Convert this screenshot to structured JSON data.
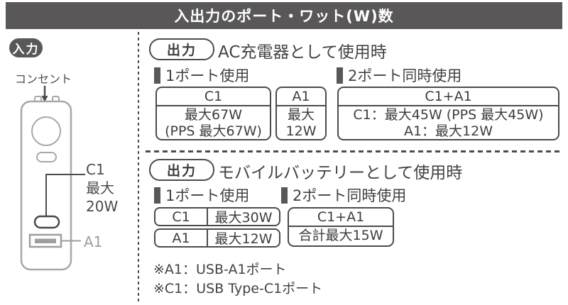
{
  "title": "入出力のポート・ワット(W)数",
  "colors": {
    "bar": "#595757",
    "text": "#3f3e3e",
    "device_outline": "#a8a8a8",
    "a1_gray": "#9e9e9e"
  },
  "input_panel": {
    "badge": "入力",
    "outlet_label": "コンセント",
    "c1_port": {
      "name": "C1",
      "max_label": "最大",
      "watt": "20W"
    },
    "a1_port": {
      "name": "A1"
    }
  },
  "section_ac": {
    "badge": "出力",
    "title": "AC充電器として使用時",
    "one_port_heading": "1ポート使用",
    "two_port_heading": "2ポート同時使用",
    "table_c1": {
      "header": "C1",
      "line1": "最大67W",
      "line2": "(PPS 最大67W)"
    },
    "table_a1": {
      "header": "A1",
      "line1": "最大",
      "line2": "12W"
    },
    "table_c1a1": {
      "header": "C1+A1",
      "line1": "C1：最大45W (PPS 最大45W)",
      "line2": "A1：最大12W"
    }
  },
  "section_battery": {
    "badge": "出力",
    "title": "モバイルバッテリーとして使用時",
    "one_port_heading": "1ポート使用",
    "two_port_heading": "2ポート同時使用",
    "rows": [
      {
        "port": "C1",
        "watt": "最大30W"
      },
      {
        "port": "A1",
        "watt": "最大12W"
      }
    ],
    "table_c1a1": {
      "header": "C1+A1",
      "body": "合計最大15W"
    }
  },
  "footnotes": {
    "a1": "※A1：USB-A1ポート",
    "c1": "※C1：USB Type-C1ポート"
  }
}
